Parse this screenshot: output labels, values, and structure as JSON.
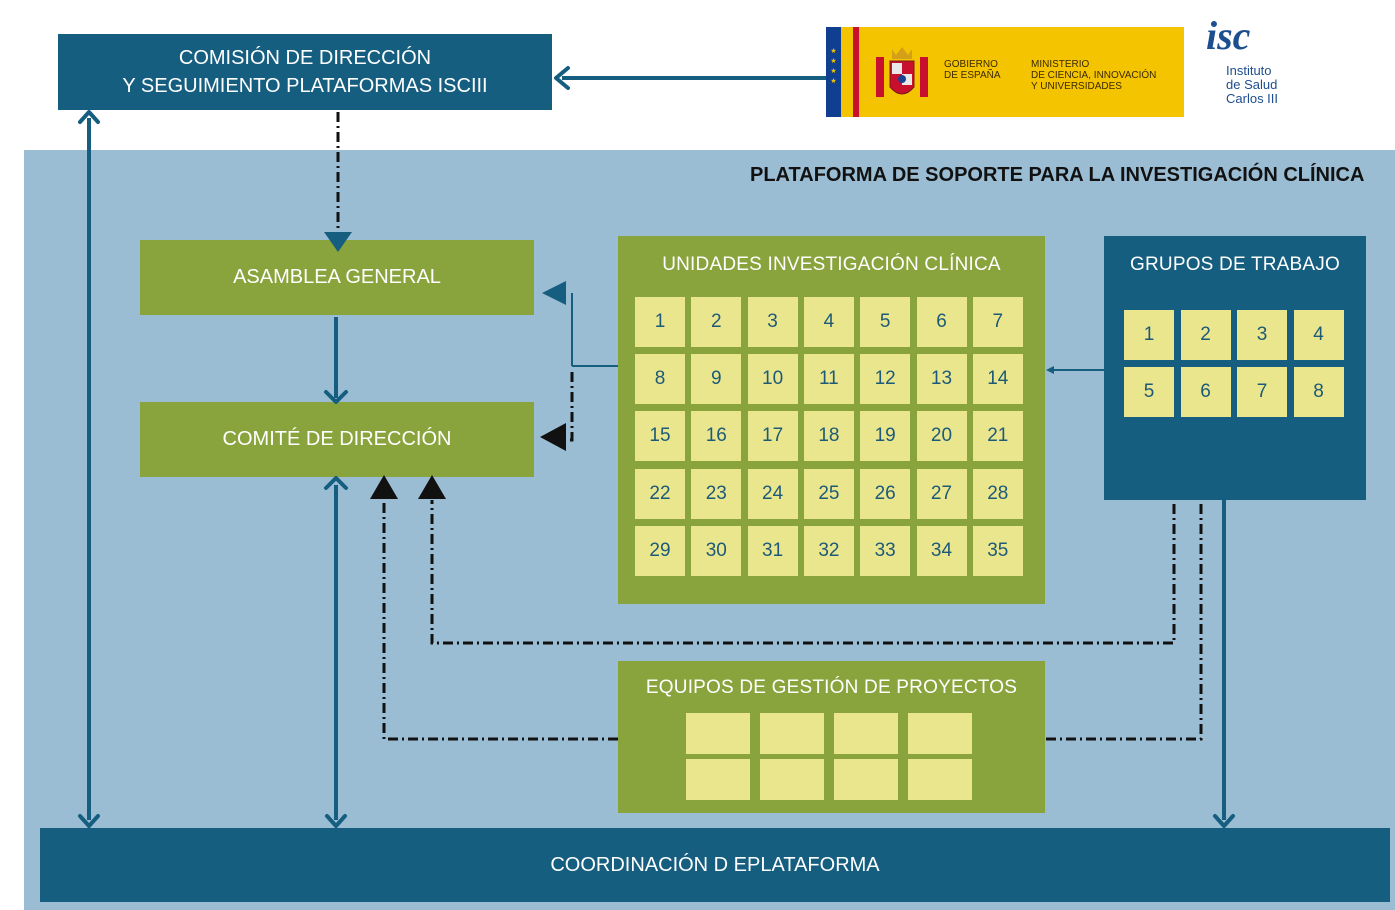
{
  "commission": {
    "line1": "COMISIÓN DE DIRECCIÓN",
    "line2": "Y SEGUIMIENTO PLATAFORMAS ISCIII"
  },
  "government_logo": {
    "gobierno": [
      "GOBIERNO",
      "DE ESPAÑA"
    ],
    "ministerio": [
      "MINISTERIO",
      "DE CIENCIA, INNOVACIÓN",
      "Y UNIVERSIDADES"
    ]
  },
  "isciii_logo": {
    "mark": "isc",
    "lines": [
      "Instituto",
      "de Salud",
      "Carlos III"
    ]
  },
  "platform_title": "PLATAFORMA DE SOPORTE PARA LA INVESTIGACIÓN CLÍNICA",
  "asamblea": "ASAMBLEA GENERAL",
  "comite": "COMITÉ DE DIRECCIÓN",
  "unidades": {
    "title": "UNIDADES INVESTIGACIÓN CLÍNICA",
    "cells": [
      "1",
      "2",
      "3",
      "4",
      "5",
      "6",
      "7",
      "8",
      "9",
      "10",
      "11",
      "12",
      "13",
      "14",
      "15",
      "16",
      "17",
      "18",
      "19",
      "20",
      "21",
      "22",
      "23",
      "24",
      "25",
      "26",
      "27",
      "28",
      "29",
      "30",
      "31",
      "32",
      "33",
      "34",
      "35"
    ]
  },
  "grupos": {
    "title": "GRUPOS DE TRABAJO",
    "cells": [
      "1",
      "2",
      "3",
      "4",
      "5",
      "6",
      "7",
      "8"
    ]
  },
  "equipos": {
    "title": "EQUIPOS DE GESTIÓN DE PROYECTOS"
  },
  "coordinacion": "COORDINACIÓN D EPLATAFORMA",
  "colors": {
    "dark_blue": "#155e80",
    "platform_bg": "#9bbdd4",
    "green": "#8aa43d",
    "cell_yellow": "#eae68e",
    "cell_text": "#1d5a78"
  }
}
